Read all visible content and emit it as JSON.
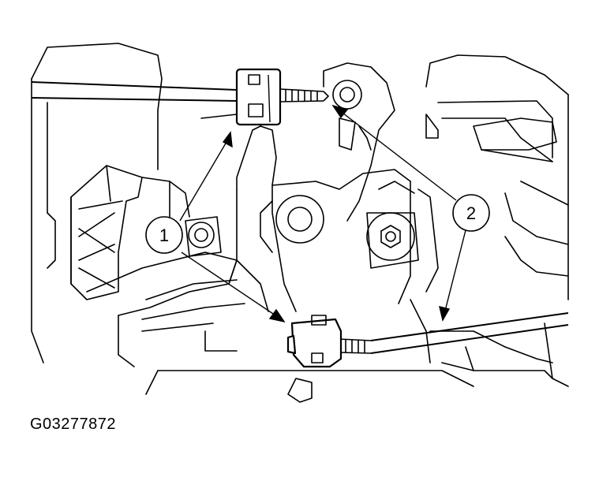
{
  "figure": {
    "id_label": "G03277872"
  },
  "callouts": [
    {
      "number": "1"
    },
    {
      "number": "2"
    }
  ]
}
